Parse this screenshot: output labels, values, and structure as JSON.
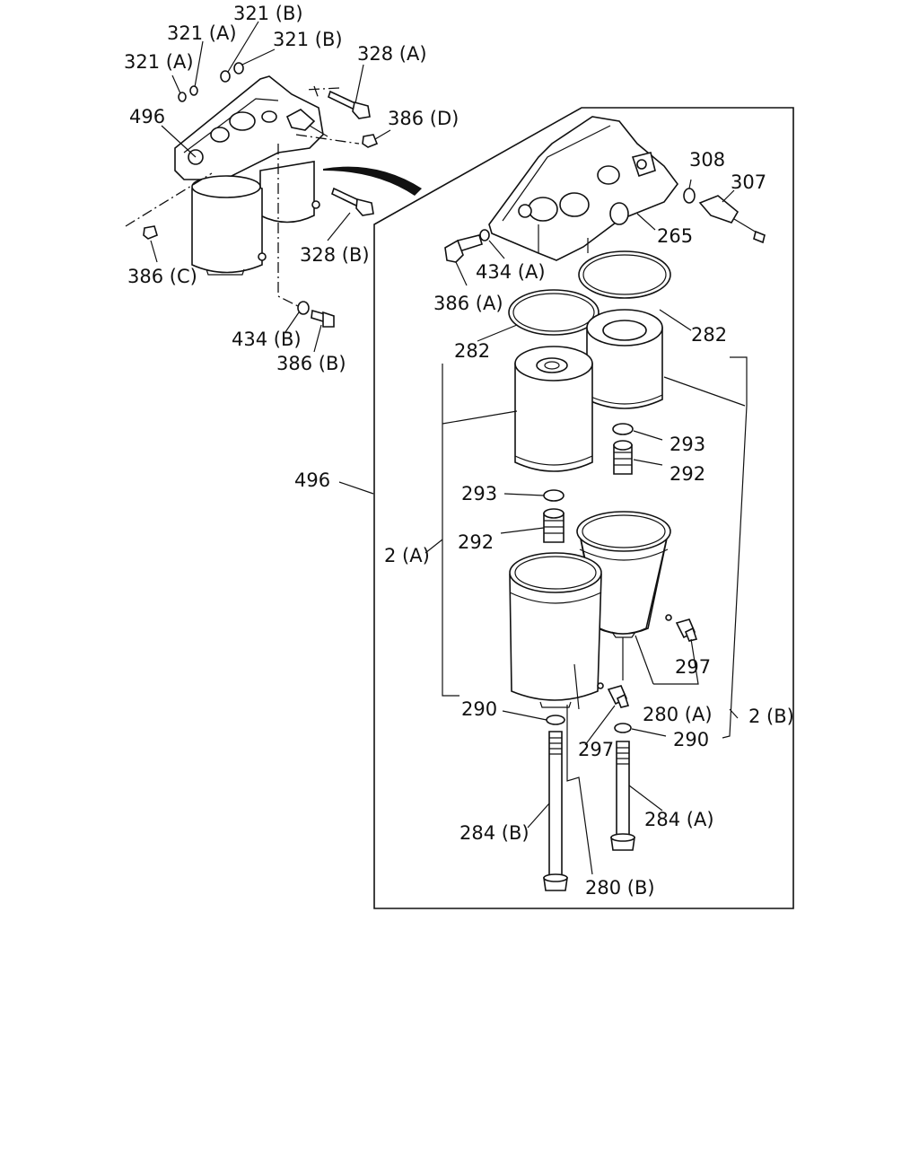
{
  "labels": {
    "l321b_top": "321 (B)",
    "l321a_top": "321 (A)",
    "l321b_2": "321 (B)",
    "l321a_2": "321 (A)",
    "l328a": "328 (A)",
    "l496_top": "496",
    "l386d": "386 (D)",
    "l328b": "328 (B)",
    "l386c": "386 (C)",
    "l434b": "434 (B)",
    "l386b": "386 (B)",
    "l308": "308",
    "l307": "307",
    "l265": "265",
    "l434a": "434 (A)",
    "l386a": "386 (A)",
    "l282_right": "282",
    "l282_left": "282",
    "l293_right": "293",
    "l292_right": "292",
    "l496_main": "496",
    "l293_left": "293",
    "l292_left": "292",
    "l2a": "2 (A)",
    "l297_right": "297",
    "l280a": "280 (A)",
    "l2b": "2 (B)",
    "l290_left": "290",
    "l290_right": "290",
    "l297_left": "297",
    "l284a": "284 (A)",
    "l284b": "284 (B)",
    "l280b": "280 (B)"
  }
}
